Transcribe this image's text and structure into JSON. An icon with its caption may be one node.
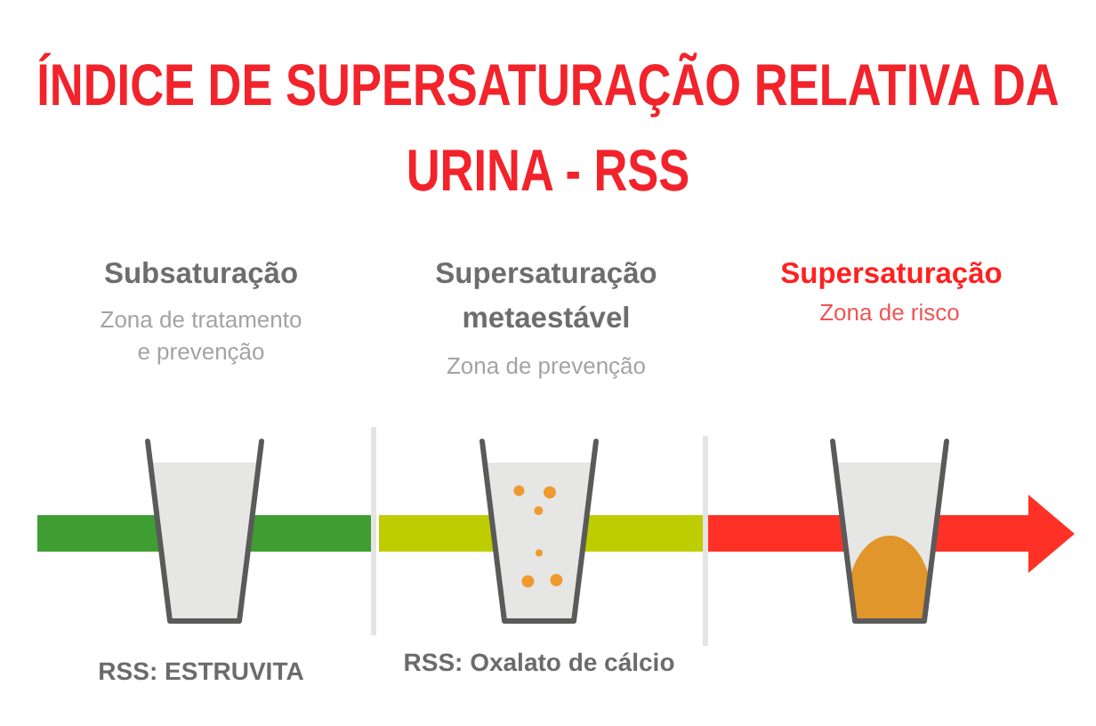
{
  "diagram": {
    "title": "ÍNDICE DE SUPERSATURAÇÃO RELATIVA DA URINA - RSS",
    "labels": [
      "Subsaturação",
      "Zona de tratamento e prevenção",
      "Supersaturação metaestável",
      "Zona de prevenção",
      "Supersaturação",
      "Zona de risco",
      "RSS: ESTRUVITA",
      "RSS: Oxalato de cálcio"
    ]
  }
}
